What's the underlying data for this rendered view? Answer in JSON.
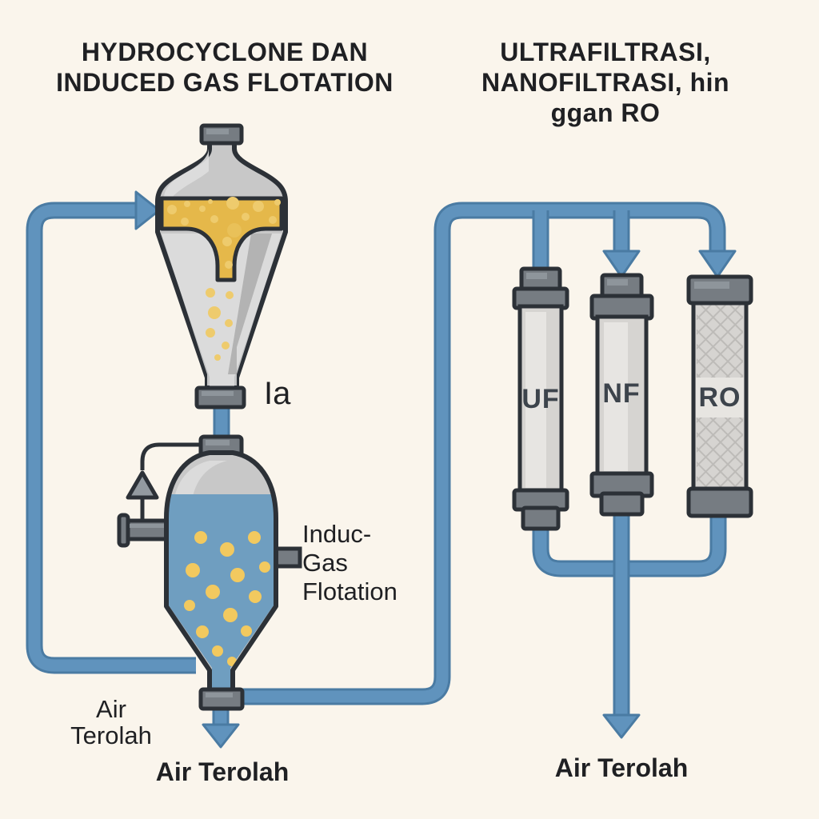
{
  "titles": {
    "left": [
      "HYDROCYCLONE DAN",
      "INDUCED GAS FLOTATION"
    ],
    "right": [
      "ULTRAFILTRASI,",
      "NANOFILTRASI, hin",
      "ggan RO"
    ]
  },
  "labels": {
    "hydrocyclone_outlet": "Ia",
    "igf": [
      "Induc-",
      "Gas",
      "Flotation"
    ],
    "treated_left": [
      "Air",
      "Terolah"
    ],
    "treated_left_bold": "Air Terolah",
    "treated_right": "Air Terolah"
  },
  "columns": [
    {
      "label": "UF"
    },
    {
      "label": "NF"
    },
    {
      "label": "RO"
    }
  ],
  "colors": {
    "background": "#faf5ec",
    "outline": "#2c3137",
    "pipe": "#6093bd",
    "pipe_edge": "#4a7ba3",
    "vessel_gray": "#c8c8c8",
    "vessel_gray_light": "#dedede",
    "vessel_gray_shadow": "#a9a9a9",
    "fitting_gray": "#767c82",
    "fitting_gray_light": "#939aa0",
    "oil_yellow": "#e5b84a",
    "oil_bubble": "#eecb6d",
    "water_blue": "#6f9ec0",
    "water_bubble": "#f2c95f",
    "column_body": "#d6d4d1",
    "column_body_light": "#e7e5e2",
    "ro_mesh": "#a9a7a3",
    "ro_band": "#e7e5e1",
    "label_dark": "#3d444c",
    "text": "#1f2023"
  }
}
